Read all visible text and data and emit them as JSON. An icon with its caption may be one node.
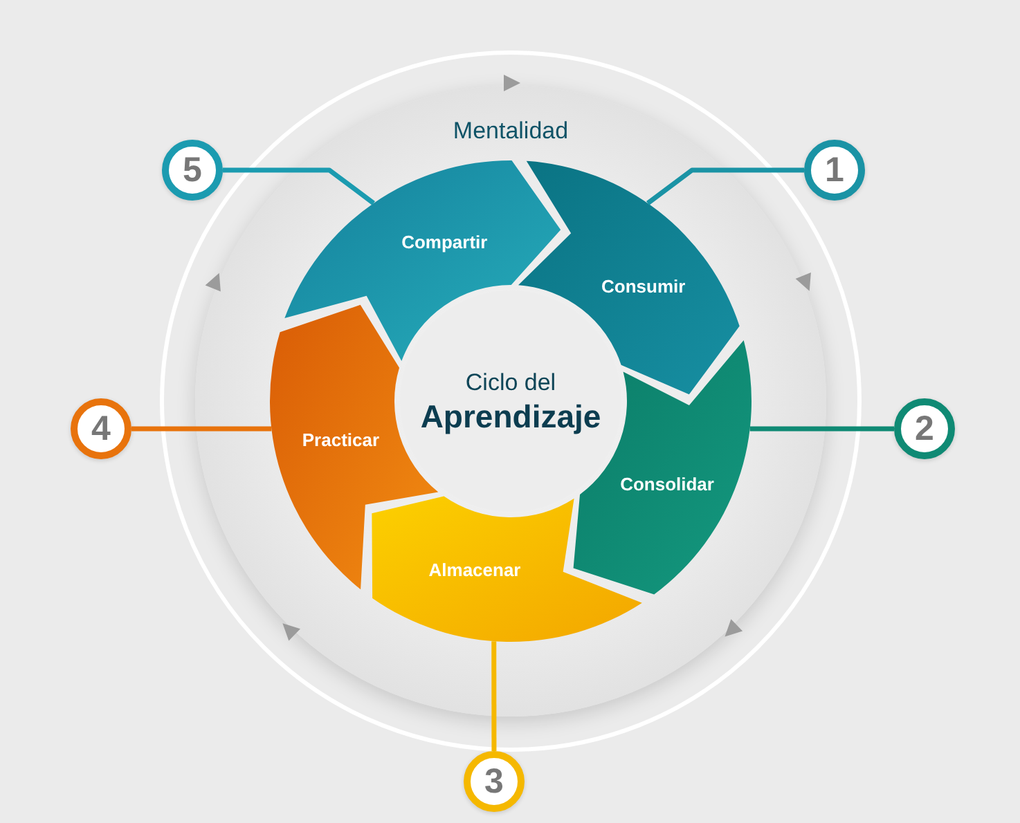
{
  "diagram": {
    "nodes": [
      {
        "text": [
          "Mentalidad"
        ]
      },
      {
        "text": [
          "Ciclo del",
          "Aprendizaje"
        ],
        "in": 0
      },
      {
        "text": [
          "Consumir"
        ],
        "in": 0
      },
      {
        "text": [
          "Consolidar"
        ],
        "in": 0
      },
      {
        "text": [
          "Almacenar"
        ],
        "in": 0
      },
      {
        "text": [
          "Practicar"
        ],
        "in": 0
      },
      {
        "text": [
          "Compartir"
        ],
        "in": 0
      },
      {
        "text": [
          "1"
        ]
      },
      {
        "text": [
          "2"
        ]
      },
      {
        "text": [
          "3"
        ]
      },
      {
        "text": [
          "4"
        ]
      },
      {
        "text": [
          "5"
        ]
      }
    ],
    "edges": [
      {
        "from": 7,
        "to": 2,
        "arrow": "none",
        "color": "#1a93a5"
      },
      {
        "from": 8,
        "to": 3,
        "arrow": "none",
        "color": "#0f8a74"
      },
      {
        "from": 9,
        "to": 4,
        "arrow": "none",
        "color": "#f5b800"
      },
      {
        "from": 10,
        "to": 5,
        "arrow": "none",
        "color": "#e8730c"
      },
      {
        "from": 11,
        "to": 6,
        "arrow": "none",
        "color": "#1b9bb0"
      }
    ]
  }
}
